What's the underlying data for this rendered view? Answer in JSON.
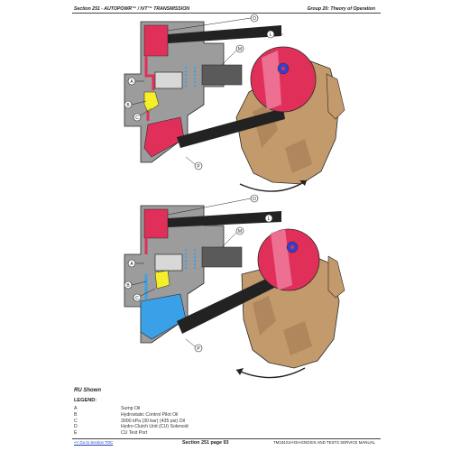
{
  "header": {
    "section": "Section 251 - AUTOPOWR™ / IVT™ TRANSMISSION",
    "group": "Group 20: Theory of Operation"
  },
  "figures": {
    "callouts_top": [
      "O",
      "L",
      "M",
      "A",
      "B",
      "C",
      "P"
    ],
    "callouts_bottom": [
      "O",
      "L",
      "M",
      "A",
      "B",
      "C",
      "P"
    ]
  },
  "caption": "RU Shown",
  "legend": {
    "title": "LEGEND:",
    "items": [
      {
        "key": "A",
        "label": "Sump Oil"
      },
      {
        "key": "B",
        "label": "Hydrostatic Control Pilot Oil"
      },
      {
        "key": "C",
        "label": "3000 kPa (30 bar) (435 psi) Oil"
      },
      {
        "key": "D",
        "label": "Hydro Clutch Unit (CU) Solenoid"
      },
      {
        "key": "E",
        "label": "CU Test Port"
      }
    ]
  },
  "footer": {
    "back_link": "<< Go to Section TOC",
    "page": "Section 251 page 93",
    "manual": "TM10421H-DIAGNOSIS AND TESTS SERVICE MANUAL"
  },
  "colors": {
    "sump_oil": "#e8d2b6",
    "pilot_oil": "#f5ef2a",
    "pressure_oil_red": "#e0305a",
    "pressure_oil_blue": "#3aa0e8",
    "housing_gray": "#9a9a9a",
    "swashplate_tan": "#c29a6b"
  }
}
